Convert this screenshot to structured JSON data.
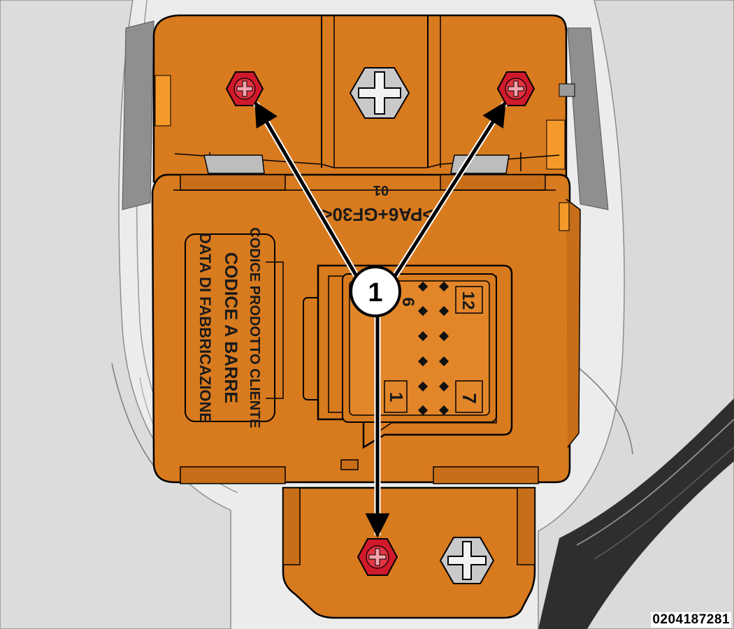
{
  "callout": {
    "number": "1"
  },
  "label_block": {
    "line1": "CODICE PRODOTTO CLIENTE",
    "line2": "CODICE A BARRE",
    "line3": "DATA DI FABBRICAZIONE"
  },
  "material_marking": {
    "line1": ">PA6+GF30<",
    "line2": "01"
  },
  "connector_pins": {
    "top_left": "6",
    "top_right": "12",
    "bottom_left": "1",
    "bottom_right": "7"
  },
  "reference_code": "0204187281",
  "colors": {
    "housing": "#d87a1e",
    "housing_highlight": "#f59a2a",
    "screw_highlight": "#d0192b",
    "background": "#ececec",
    "line": "#000000"
  }
}
